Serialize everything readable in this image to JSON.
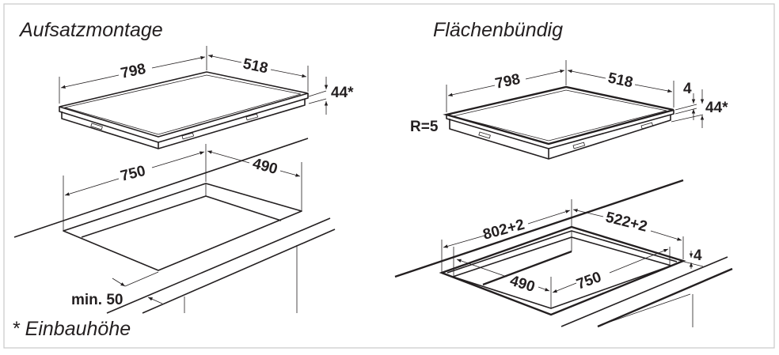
{
  "left": {
    "title": "Aufsatzmontage",
    "hob_width": "798",
    "hob_depth": "518",
    "hob_height": "44*",
    "cutout_width": "750",
    "cutout_depth": "490",
    "min_distance": "min. 50",
    "footnote": "* Einbauhöhe"
  },
  "right": {
    "title": "Flächenbündig",
    "hob_width": "798",
    "hob_depth": "518",
    "hob_lip": "4",
    "hob_height": "44*",
    "radius": "R=5",
    "rebate_width": "802+2",
    "rebate_depth": "522+2",
    "rebate_depth_mm": "4",
    "cutout_width": "750",
    "cutout_depth": "490"
  }
}
